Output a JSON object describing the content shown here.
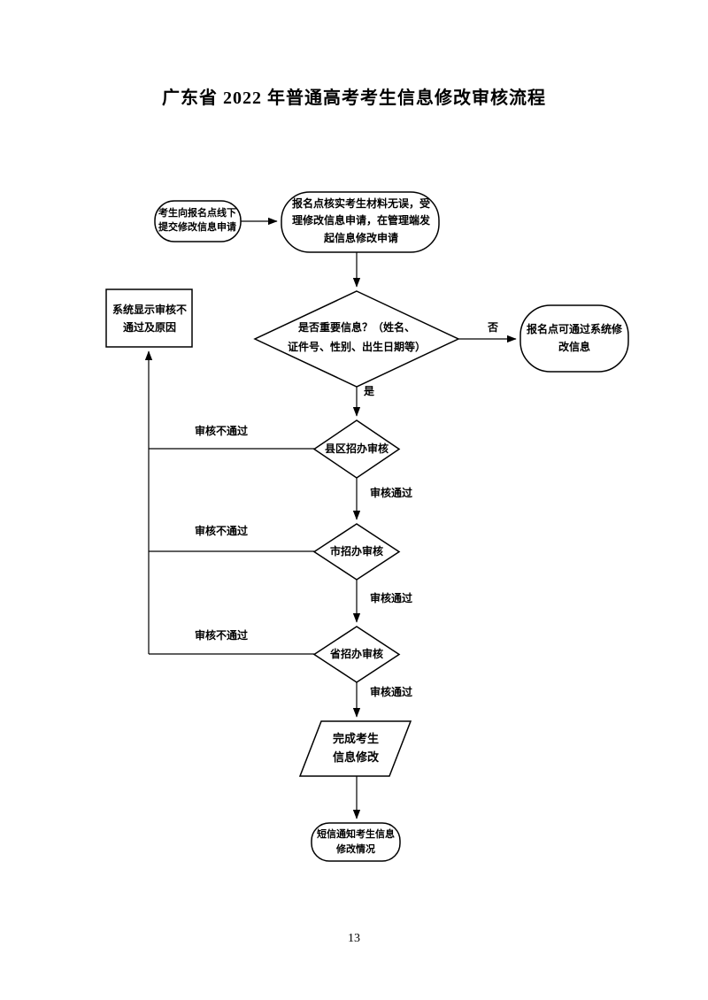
{
  "document": {
    "title": "广东省 2022 年普通高考考生信息修改审核流程",
    "page_number": "13"
  },
  "flowchart": {
    "nodes": {
      "start": "考生向报名点线下\n提交修改信息申请",
      "accept": "报名点核实考生材料无误，受\n理修改信息申请，在管理端发\n起信息修改申请",
      "important_check": "是否重要信息？（姓名、\n证件号、性别、出生日期等）",
      "system_modify": "报名点可通过系统修\n改信息",
      "reject_notice": "系统显示审核不\n通过及原因",
      "county_review": "县区招办审核",
      "city_review": "市招办审核",
      "province_review": "省招办审核",
      "complete": "完成考生\n信息修改",
      "sms_notify": "短信通知考生信息\n修改情况"
    },
    "labels": {
      "yes": "是",
      "no": "否",
      "pass": "审核通过",
      "fail": "审核不通过"
    },
    "colors": {
      "stroke": "#000000",
      "fill": "#ffffff"
    }
  }
}
